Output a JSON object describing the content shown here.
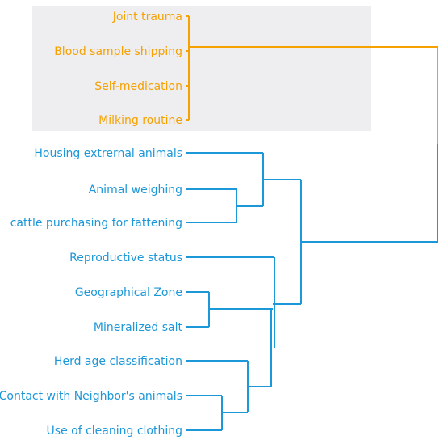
{
  "clusters": {
    "orange": {
      "color": "#f5a100",
      "leaves": [
        "Joint trauma",
        "Blood sample shipping",
        "Self-medication",
        "Milking routine"
      ]
    },
    "blue": {
      "color": "#1c97d8",
      "leaves": [
        "Housing extrernal animals",
        "Animal weighing",
        "cattle purchasing for fattening",
        "Reproductive status",
        "Geographical Zone",
        "Mineralized salt",
        "Herd age classification",
        "Contact with Neighbor's animals",
        "Use of cleaning clothing"
      ]
    }
  }
}
